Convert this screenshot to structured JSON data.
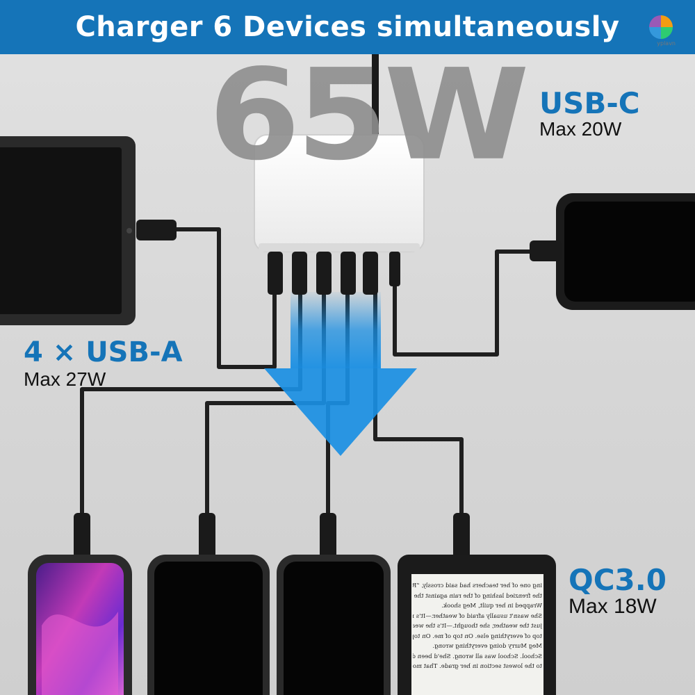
{
  "banner": {
    "title": "Charger 6 Devices simultaneously"
  },
  "watermark": {
    "label": "yplavn"
  },
  "hero": {
    "power": "65W"
  },
  "labels": {
    "usb_c": {
      "title": "USB-C",
      "max": "Max 20W"
    },
    "usb_a": {
      "title": "4 × USB-A",
      "max": "Max 27W"
    },
    "qc": {
      "title": "QC3.0",
      "max": "Max 18W"
    }
  },
  "devices": [
    {
      "name": "tablet"
    },
    {
      "name": "phone-right"
    },
    {
      "name": "phone-purple"
    },
    {
      "name": "phone-black-1"
    },
    {
      "name": "phone-black-2"
    },
    {
      "name": "ereader"
    }
  ],
  "ereader_text": [
    "ing one of her teachers had said crossly, “Really, Meg,",
    "the frenzied lashing of the rain against the window.",
    "Wrapped in her quilt, Meg shook.",
    "She wasn't usually afraid of weather.—It's not",
    "just the weather, she thought.—It's the weather on",
    "top of everything else. On top of me. On top of",
    "Meg Murry doing everything wrong.",
    "School. School was all wrong. She'd been dropped",
    "to the lowest section in her grade. That morn-"
  ],
  "colors": {
    "accent": "#1574b8",
    "arrow": "#1a8fe3"
  }
}
